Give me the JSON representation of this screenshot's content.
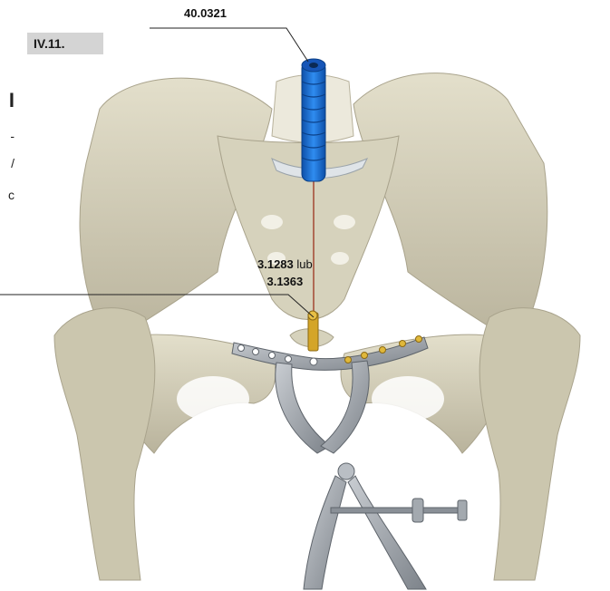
{
  "section": {
    "badge": "IV.11."
  },
  "callouts": {
    "top_code": "40.0321",
    "middle_code_1": "3.1283",
    "middle_conjunction": "lub",
    "middle_code_2": "3.1363"
  },
  "clipped_text": {
    "line_1": "I",
    "line_2": "-",
    "line_3": "/",
    "line_4": "c"
  },
  "colors": {
    "bone": "#d9d5bf",
    "bone_dark": "#9c9682",
    "instrument_blue": "#1e6fd0",
    "metal": "#9aa0a6",
    "gold": "#d4a528"
  }
}
